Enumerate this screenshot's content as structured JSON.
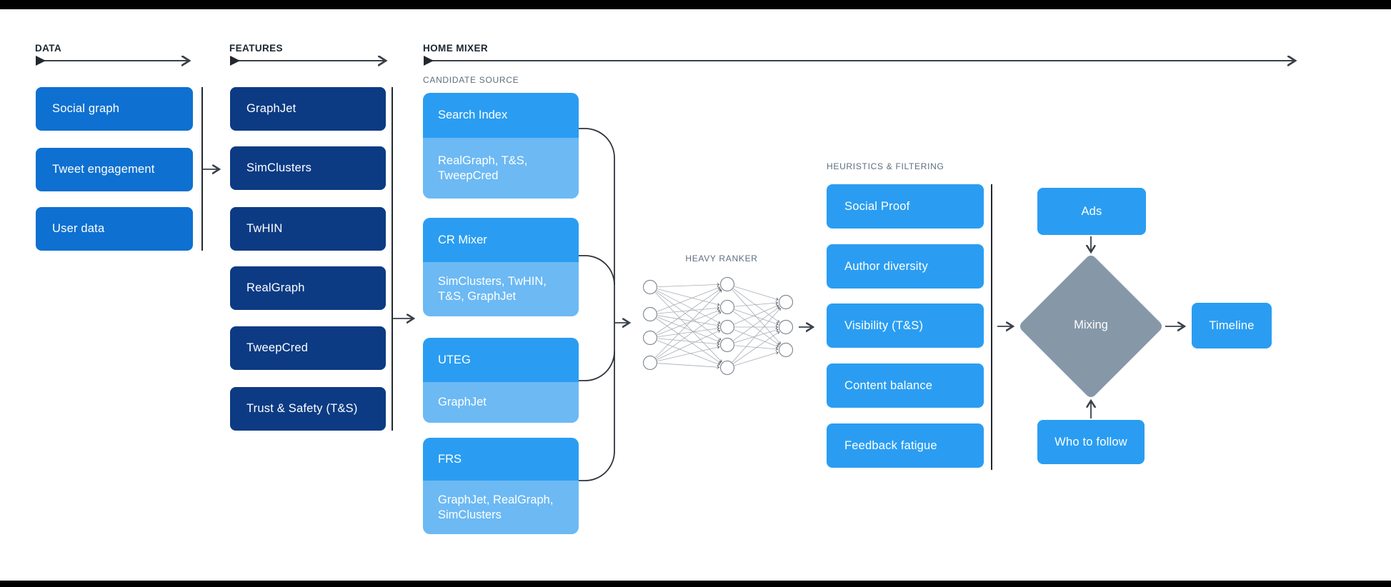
{
  "colors": {
    "data_box": "#0e70d1",
    "features_box": "#0c3b84",
    "bright_blue_box": "#2a9df2",
    "light_blue_subbox": "#6cb9f4",
    "mixing_diamond": "#8697a8",
    "line": "#2e333b",
    "header_text": "#1b2631",
    "subheader_text": "#5e6e7e",
    "top_bottom_bars": "#000000"
  },
  "headers": {
    "data": "DATA",
    "features": "FEATURES",
    "home_mixer": "HOME MIXER"
  },
  "data_column": {
    "items": [
      "Social graph",
      "Tweet engagement",
      "User data"
    ]
  },
  "features_column": {
    "items": [
      "GraphJet",
      "SimClusters",
      "TwHIN",
      "RealGraph",
      "TweepCred",
      "Trust & Safety (T&S)"
    ]
  },
  "candidate_source": {
    "label": "CANDIDATE SOURCE",
    "items": [
      {
        "name": "Search Index",
        "features": "RealGraph, T&S, TweepCred"
      },
      {
        "name": "CR Mixer",
        "features": "SimClusters, TwHIN, T&S, GraphJet"
      },
      {
        "name": "UTEG",
        "features": "GraphJet"
      },
      {
        "name": "FRS",
        "features": "GraphJet, RealGraph, SimClusters"
      }
    ]
  },
  "heavy_ranker": {
    "label": "HEAVY RANKER"
  },
  "heuristics": {
    "label": "HEURISTICS & FILTERING",
    "items": [
      "Social Proof",
      "Author diversity",
      "Visibility (T&S)",
      "Content balance",
      "Feedback fatigue"
    ]
  },
  "output_stage": {
    "ads": "Ads",
    "mixing": "Mixing",
    "who_to_follow": "Who to follow",
    "timeline": "Timeline"
  }
}
